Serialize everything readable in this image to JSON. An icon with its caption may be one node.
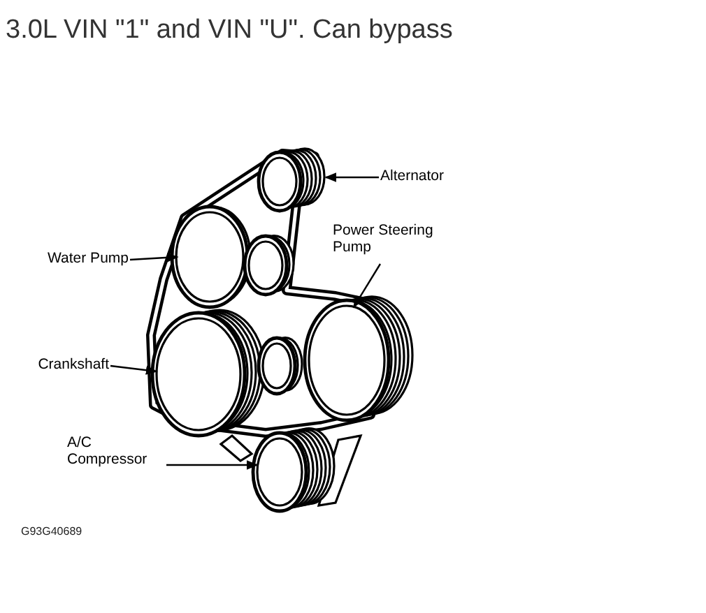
{
  "diagram": {
    "title": "3.0L VIN \"1\" and VIN \"U\". Can bypass",
    "nodes": [
      {
        "text": [
          "Alternator"
        ]
      },
      {
        "text": [
          "Power Steering Pump"
        ]
      },
      {
        "text": [
          "Water Pump"
        ]
      },
      {
        "text": [
          "Crankshaft"
        ]
      },
      {
        "text": [
          "A/C Compressor"
        ]
      },
      {
        "text": [],
        "shape": "circle"
      },
      {
        "text": [],
        "shape": "circle"
      },
      {
        "text": [],
        "shape": "circle"
      },
      {
        "text": [],
        "shape": "circle"
      },
      {
        "text": [],
        "shape": "circle"
      },
      {
        "text": [],
        "shape": "circle"
      },
      {
        "text": [],
        "shape": "circle"
      }
    ],
    "edges": [
      {
        "from": 0,
        "to": 5,
        "arrow": "to"
      },
      {
        "from": 1,
        "to": 7,
        "arrow": "to"
      },
      {
        "from": 2,
        "to": 6,
        "arrow": "to"
      },
      {
        "from": 3,
        "to": 8,
        "arrow": "to"
      },
      {
        "from": 4,
        "to": 9,
        "arrow": "to"
      }
    ],
    "labels": [
      "G93G40689"
    ]
  }
}
